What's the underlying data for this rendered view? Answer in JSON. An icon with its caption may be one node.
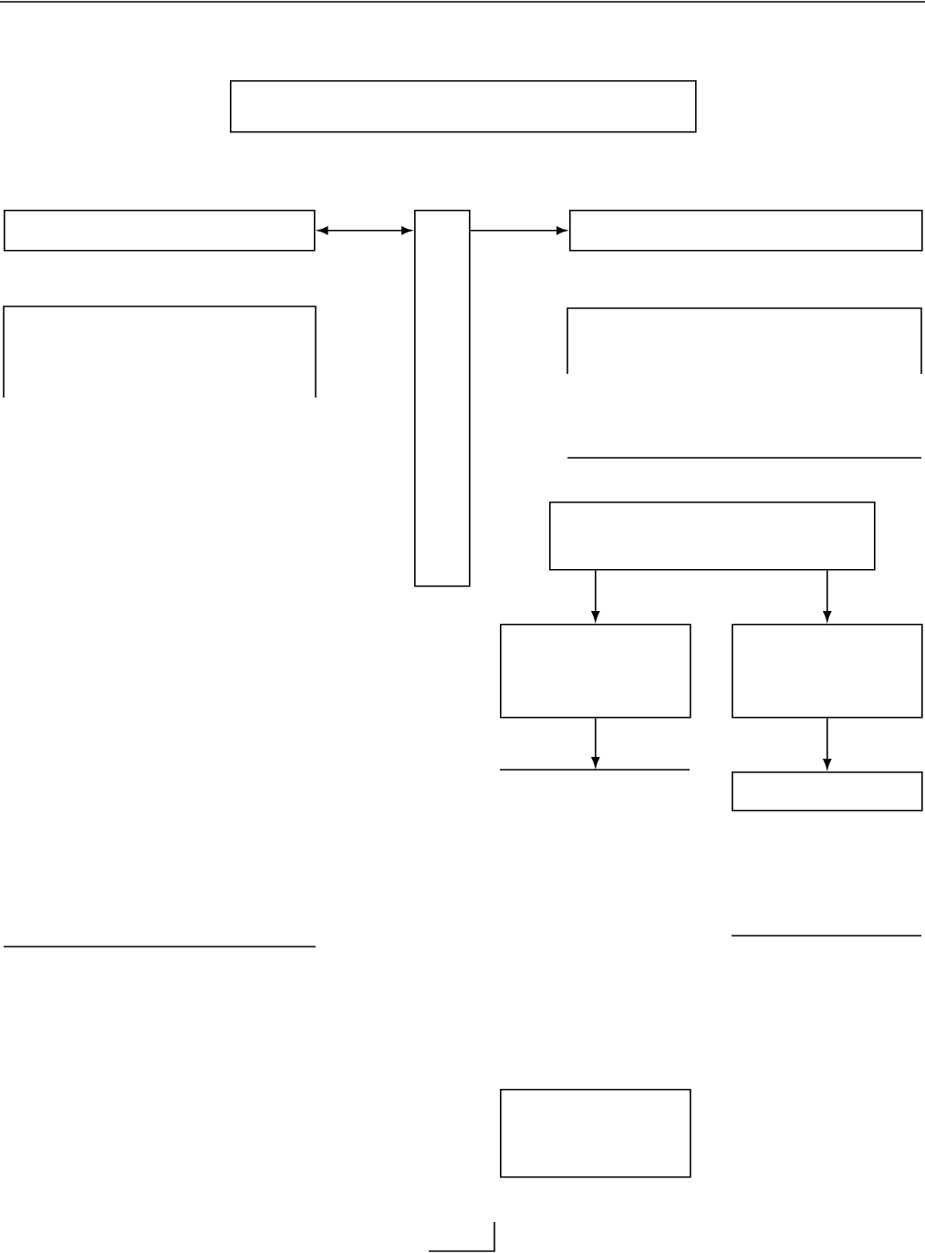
{
  "diagram": {
    "nodes": [
      {
        "text": [],
        "shape": "box"
      },
      {
        "text": [],
        "shape": "box"
      },
      {
        "text": [],
        "shape": "box"
      },
      {
        "text": [],
        "shape": "box"
      },
      {
        "text": [],
        "shape": "box"
      },
      {
        "text": [],
        "shape": "box"
      },
      {
        "text": [],
        "shape": "box"
      },
      {
        "text": [],
        "shape": "box"
      },
      {
        "text": [],
        "shape": "box"
      },
      {
        "text": [],
        "shape": "box"
      },
      {
        "text": [],
        "shape": "box"
      },
      {
        "text": [],
        "shape": "box"
      },
      {
        "text": [],
        "shape": "box"
      }
    ],
    "edges": [
      {
        "from": 1,
        "to": 2,
        "arrow": "both"
      },
      {
        "from": 2,
        "to": 3,
        "arrow": "to"
      },
      {
        "from": 6,
        "to": 7,
        "arrow": "to"
      },
      {
        "from": 6,
        "to": 8,
        "arrow": "to"
      },
      {
        "from": 7,
        "to": 9,
        "arrow": "to"
      },
      {
        "from": 8,
        "to": 10,
        "arrow": "to"
      }
    ]
  }
}
